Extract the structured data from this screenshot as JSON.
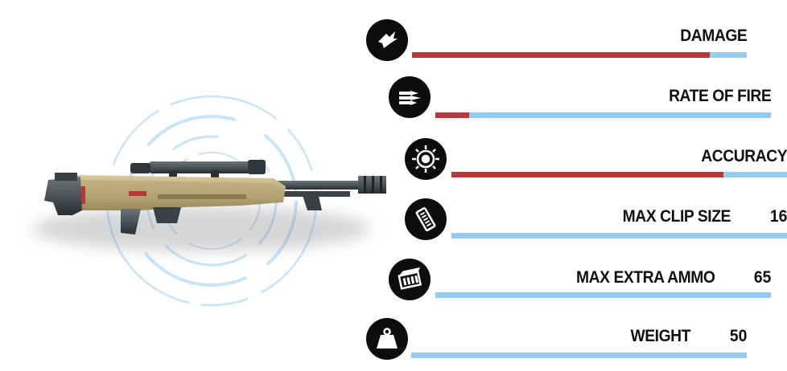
{
  "colors": {
    "bar_track": "#94cbee",
    "bar_fill": "#b8373c",
    "icon_bg": "#0d0d0d",
    "reticle": "#c9e4f6"
  },
  "weapon": {
    "icon": "sniper-rifle-image"
  },
  "stats": [
    {
      "label": "DAMAGE",
      "value": "",
      "icon": "damage-icon",
      "fill": 0.89,
      "color": "#b8373c"
    },
    {
      "label": "RATE OF FIRE",
      "value": "",
      "icon": "bullets-icon",
      "fill": 0.1,
      "color": "#b8373c"
    },
    {
      "label": "ACCURACY",
      "value": "",
      "icon": "target-icon",
      "fill": 0.81,
      "color": "#b8373c"
    },
    {
      "label": "MAX CLIP SIZE",
      "value": "16",
      "icon": "clip-icon",
      "fill": 0.0,
      "color": "#b8373c"
    },
    {
      "label": "MAX EXTRA AMMO",
      "value": "65",
      "icon": "ammo-box-icon",
      "fill": 0.0,
      "color": "#b8373c"
    },
    {
      "label": "WEIGHT",
      "value": "50",
      "icon": "weight-icon",
      "fill": 0.0,
      "color": "#b8373c"
    }
  ]
}
